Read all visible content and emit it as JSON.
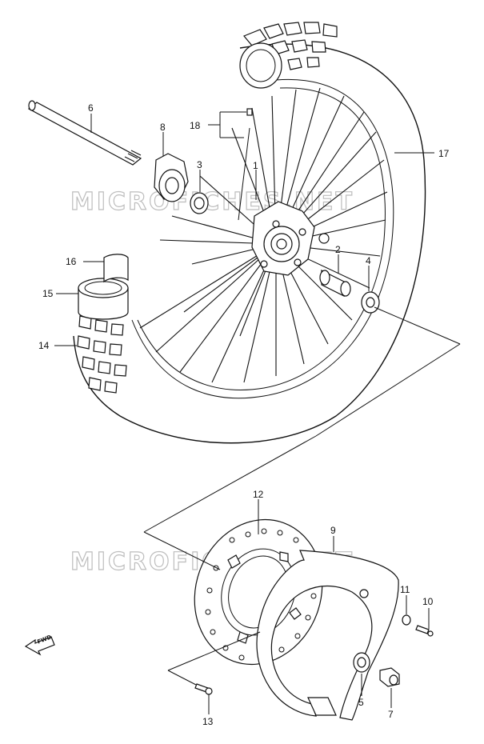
{
  "watermark": "MICROFICHES.NET",
  "direction_marker": {
    "label": "FWD",
    "icon": "fwd-arrow-icon"
  },
  "callouts": [
    {
      "id": "1",
      "label": "1"
    },
    {
      "id": "2",
      "label": "2"
    },
    {
      "id": "3",
      "label": "3"
    },
    {
      "id": "4",
      "label": "4"
    },
    {
      "id": "5",
      "label": "5"
    },
    {
      "id": "6",
      "label": "6"
    },
    {
      "id": "7",
      "label": "7"
    },
    {
      "id": "8",
      "label": "8"
    },
    {
      "id": "9",
      "label": "9"
    },
    {
      "id": "10",
      "label": "10"
    },
    {
      "id": "11",
      "label": "11"
    },
    {
      "id": "12",
      "label": "12"
    },
    {
      "id": "13",
      "label": "13"
    },
    {
      "id": "14",
      "label": "14"
    },
    {
      "id": "15",
      "label": "15"
    },
    {
      "id": "16",
      "label": "16"
    },
    {
      "id": "17",
      "label": "17"
    },
    {
      "id": "18",
      "label": "18"
    }
  ]
}
